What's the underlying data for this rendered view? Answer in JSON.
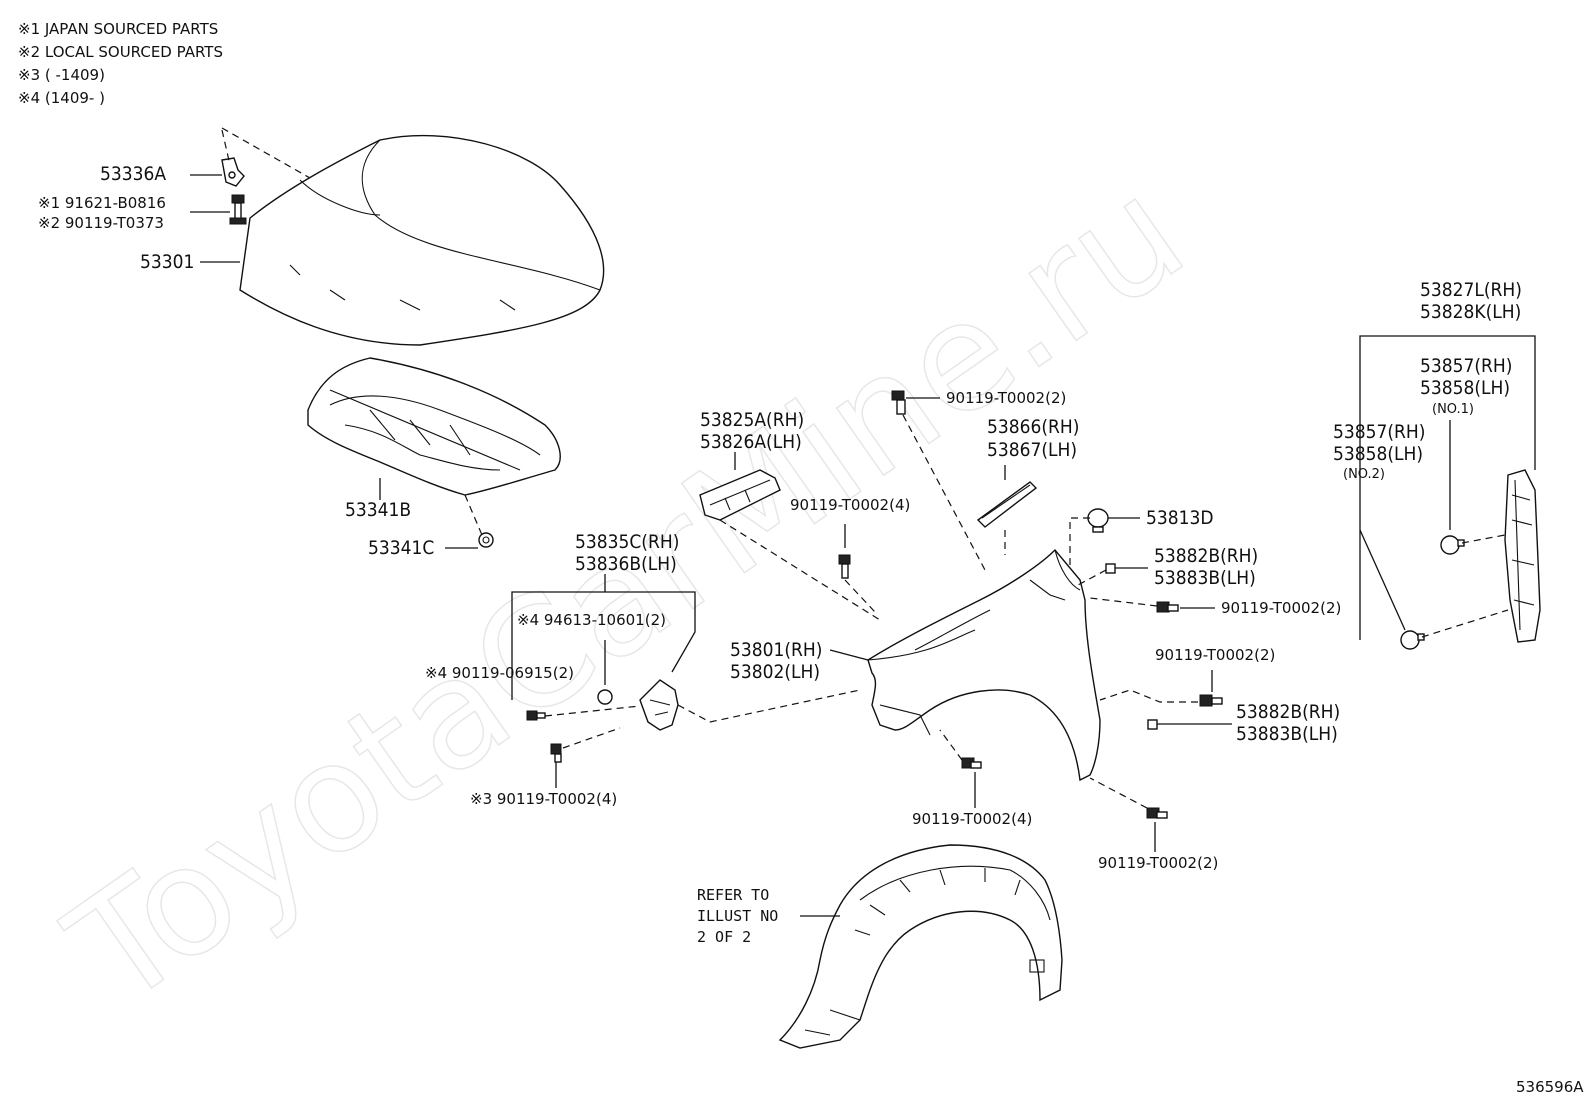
{
  "notes": [
    "※1 JAPAN SOURCED PARTS",
    "※2 LOCAL SOURCED PARTS",
    "※3 (      -1409)",
    "※4 (1409-      )"
  ],
  "watermark": "ToyotaCarMine.ru",
  "labels": {
    "hood_hinge_part": "53336A",
    "bolt_japan": "※1 91621-B0816",
    "bolt_local": "※2 90119-T0373",
    "hood": "53301",
    "hood_insulator": "53341B",
    "insulator_clip": "53341C",
    "seal_rh": "53825A(RH)",
    "seal_lh": "53826A(LH)",
    "bolt_upper_fender": "90119-T0002(2)",
    "fender_seal_rh": "53866(RH)",
    "fender_seal_lh": "53867(LH)",
    "bolt_seal": "90119-T0002(4)",
    "retainer": "53813D",
    "bracket_rh": "53835C(RH)",
    "bracket_lh": "53836B(LH)",
    "nut_note4": "※4 94613-10601(2)",
    "bolt_note4": "※4 90119-06915(2)",
    "bolt_note3": "※3 90119-T0002(4)",
    "fender_rh": "53801(RH)",
    "fender_lh": "53802(LH)",
    "pad_upper_rh": "53882B(RH)",
    "pad_upper_lh": "53883B(LH)",
    "bolt_fender_rear": "90119-T0002(2)",
    "bolt_fender_mid": "90119-T0002(2)",
    "pad_lower_rh": "53882B(RH)",
    "pad_lower_lh": "53883B(LH)",
    "bolt_fender_bottom": "90119-T0002(4)",
    "bolt_fender_low_rear": "90119-T0002(2)",
    "side_seal_rh": "53827L(RH)",
    "side_seal_lh": "53828K(LH)",
    "clip_no1_rh": "53857(RH)",
    "clip_no1_lh": "53858(LH)",
    "clip_no1_tag": "(NO.1)",
    "clip_no2_rh": "53857(RH)",
    "clip_no2_lh": "53858(LH)",
    "clip_no2_tag": "(NO.2)",
    "refer_line1": "REFER TO",
    "refer_line2": "ILLUST NO",
    "refer_line3": "2 OF 2",
    "illustration_code": "536596A"
  }
}
